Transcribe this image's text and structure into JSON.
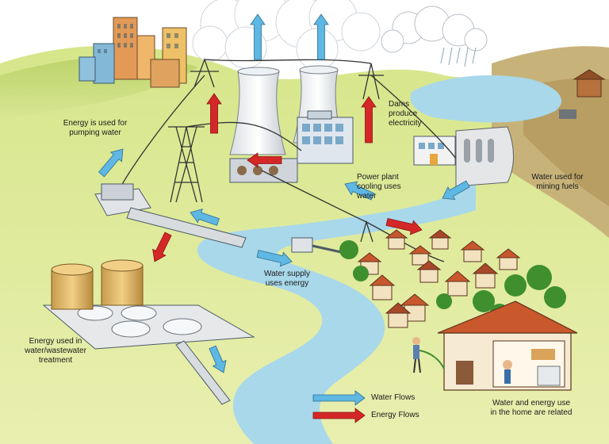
{
  "labels": {
    "energy_pumping": [
      "Energy is used for",
      "pumping water"
    ],
    "dams": [
      "Dams",
      "produce",
      "electricity"
    ],
    "power_plant": [
      "Power plant",
      "cooling uses",
      "water"
    ],
    "mining": [
      "Water used for",
      "mining fuels"
    ],
    "water_supply": [
      "Water supply",
      "uses energy"
    ],
    "wastewater": [
      "Energy used in",
      "water/wastewater",
      "treatment"
    ],
    "home": [
      "Water and energy use",
      "in the home are related"
    ]
  },
  "legend": {
    "water_flows": "Water Flows",
    "energy_flows": "Energy Flows"
  },
  "colors": {
    "water_arrow": "#5fb7e3",
    "energy_arrow": "#d42727",
    "grass": "#c9dd7a",
    "river": "#a8d8ea",
    "sky": "#ffffff"
  }
}
